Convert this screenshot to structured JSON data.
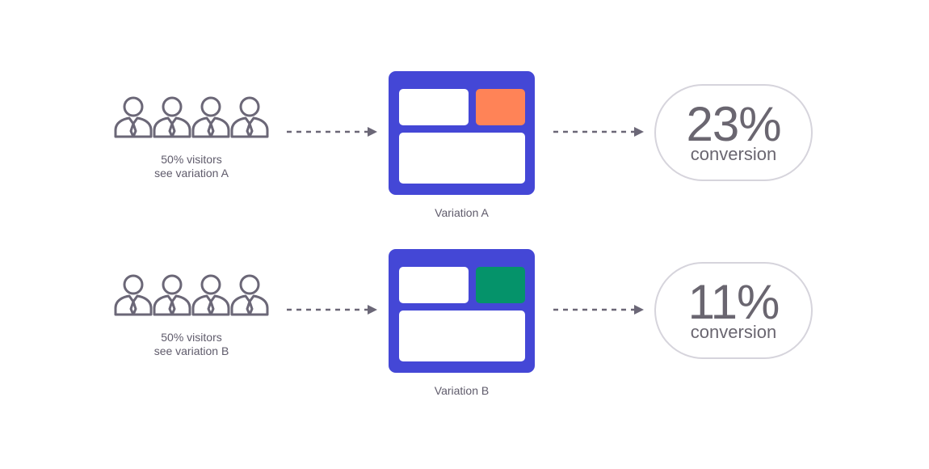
{
  "colors": {
    "page_frame": "#4447d6",
    "accent_a": "#ff8357",
    "accent_b": "#05936a",
    "icon_stroke": "#6b6777",
    "text": "#5f5b6b",
    "pill_border": "#d6d4dc"
  },
  "rows": [
    {
      "visitors_line1": "50% visitors",
      "visitors_line2": "see variation A",
      "variation_label": "Variation A",
      "conversion_value": "23%",
      "conversion_label": "conversion",
      "accent_color": "#ff8357"
    },
    {
      "visitors_line1": "50% visitors",
      "visitors_line2": "see variation B",
      "variation_label": "Variation B",
      "conversion_value": "11%",
      "conversion_label": "conversion",
      "accent_color": "#05936a"
    }
  ]
}
